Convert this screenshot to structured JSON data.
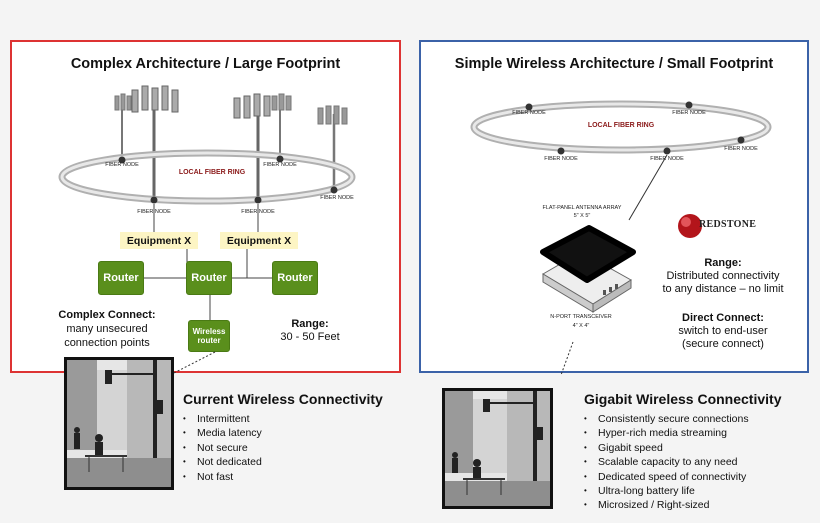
{
  "left": {
    "title": "Complex Architecture / Large Footprint",
    "ring_label": "LOCAL FIBER RING",
    "fiber_node": "FIBER NODE",
    "equipment": [
      "Equipment X",
      "Equipment X"
    ],
    "routers": [
      "Router",
      "Router",
      "Router"
    ],
    "wireless_router": "Wireless router",
    "complex_connect_title": "Complex Connect:",
    "complex_connect_lines": [
      "many unsecured",
      "connection points"
    ],
    "range_title": "Range:",
    "range_value": "30 - 50 Feet"
  },
  "right": {
    "title": "Simple Wireless Architecture / Small Footprint",
    "ring_label": "LOCAL FIBER RING",
    "fiber_node": "FIBER NODE",
    "antenna_label": "FLAT-PANEL ANTENNA ARRAY",
    "antenna_size": "5\" x 5\"",
    "transceiver_label": "N-PORT TRANSCEIVER",
    "transceiver_size": "4\" x 4\"",
    "brand": "REDSTONE",
    "range_title": "Range:",
    "range_lines": [
      "Distributed connectivity",
      "to any distance – no limit"
    ],
    "direct_title": "Direct Connect:",
    "direct_lines": [
      "switch to end-user",
      "(secure connect)"
    ]
  },
  "current": {
    "heading": "Current Wireless Connectivity",
    "bullets": [
      "Intermittent",
      "Media latency",
      "Not secure",
      "Not dedicated",
      "Not fast"
    ]
  },
  "gigabit": {
    "heading": "Gigabit Wireless Connectivity",
    "bullets": [
      "Consistently secure connections",
      "Hyper-rich media streaming",
      "Gigabit speed",
      "Scalable capacity to any need",
      "Dedicated speed of connectivity",
      "Ultra-long battery life",
      "Microsized / Right-sized"
    ]
  },
  "colors": {
    "left_border": "#d33333",
    "right_border": "#3b62a8",
    "router_green": "#5a8f1c",
    "equipment_fill": "#fdf5c4",
    "ring_label": "#8b1a1a"
  }
}
